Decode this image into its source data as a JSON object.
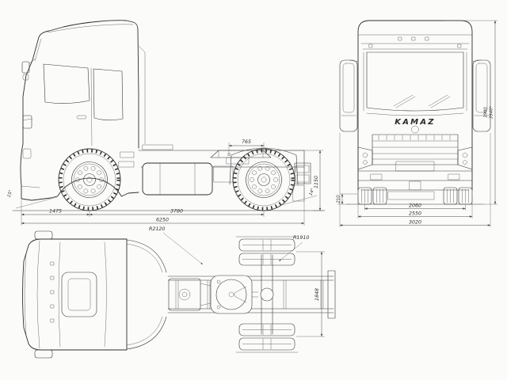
{
  "drawing": {
    "brand_logo": "KAMAZ",
    "side_view": {
      "fifth_wheel_offset": "765",
      "fifth_wheel_height": "1150",
      "front_overhang": "1475",
      "wheelbase": "3780",
      "overall_length": "6250",
      "approach_angle": "15°",
      "departure_angle": "14°"
    },
    "front_view": {
      "ground_clearance": "210",
      "front_track": "2060",
      "overall_width": "2550",
      "width_over_mirrors": "3020",
      "overall_height": "3980",
      "overall_height_alt": "3940*"
    },
    "top_view": {
      "front_corner_radius": "R2120",
      "rear_swing_radius": "R1910",
      "rear_track": "1848"
    }
  }
}
